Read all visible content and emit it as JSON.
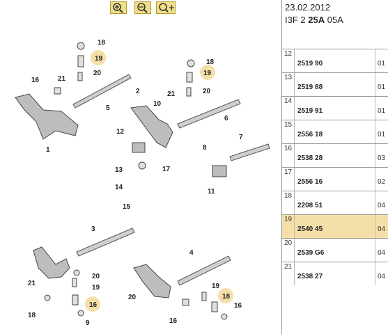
{
  "header": {
    "date": "23.02.2012",
    "ref_prefix": "I3F 2 ",
    "ref_bold": "25A",
    "ref_suffix": " 05A"
  },
  "toolbar": {
    "zoom_in": "zoom-in",
    "zoom_out": "zoom-out",
    "zoom_fit": "zoom-fit"
  },
  "callouts": [
    "18",
    "19",
    "16",
    "21",
    "20",
    "5",
    "1",
    "2",
    "18",
    "19",
    "21",
    "20",
    "10",
    "6",
    "12",
    "17",
    "7",
    "13",
    "14",
    "15",
    "11",
    "8",
    "3",
    "21",
    "20",
    "19",
    "16",
    "18",
    "9",
    "4",
    "20",
    "19",
    "18",
    "16"
  ],
  "rows": [
    {
      "idx": "12",
      "part": "2519 90",
      "qty": "01"
    },
    {
      "idx": "13",
      "part": "2519 88",
      "qty": "01"
    },
    {
      "idx": "14",
      "part": "2519 91",
      "qty": "01"
    },
    {
      "idx": "15",
      "part": "2556 18",
      "qty": "01"
    },
    {
      "idx": "16",
      "part": "2538 28",
      "qty": "03"
    },
    {
      "idx": "17",
      "part": "2556 16",
      "qty": "02"
    },
    {
      "idx": "18",
      "part": "2208 51",
      "qty": "04"
    },
    {
      "idx": "19",
      "part": "2540 45",
      "qty": "04"
    },
    {
      "idx": "20",
      "part": "2539 G6",
      "qty": "04"
    },
    {
      "idx": "21",
      "part": "2538 27",
      "qty": "04"
    }
  ]
}
